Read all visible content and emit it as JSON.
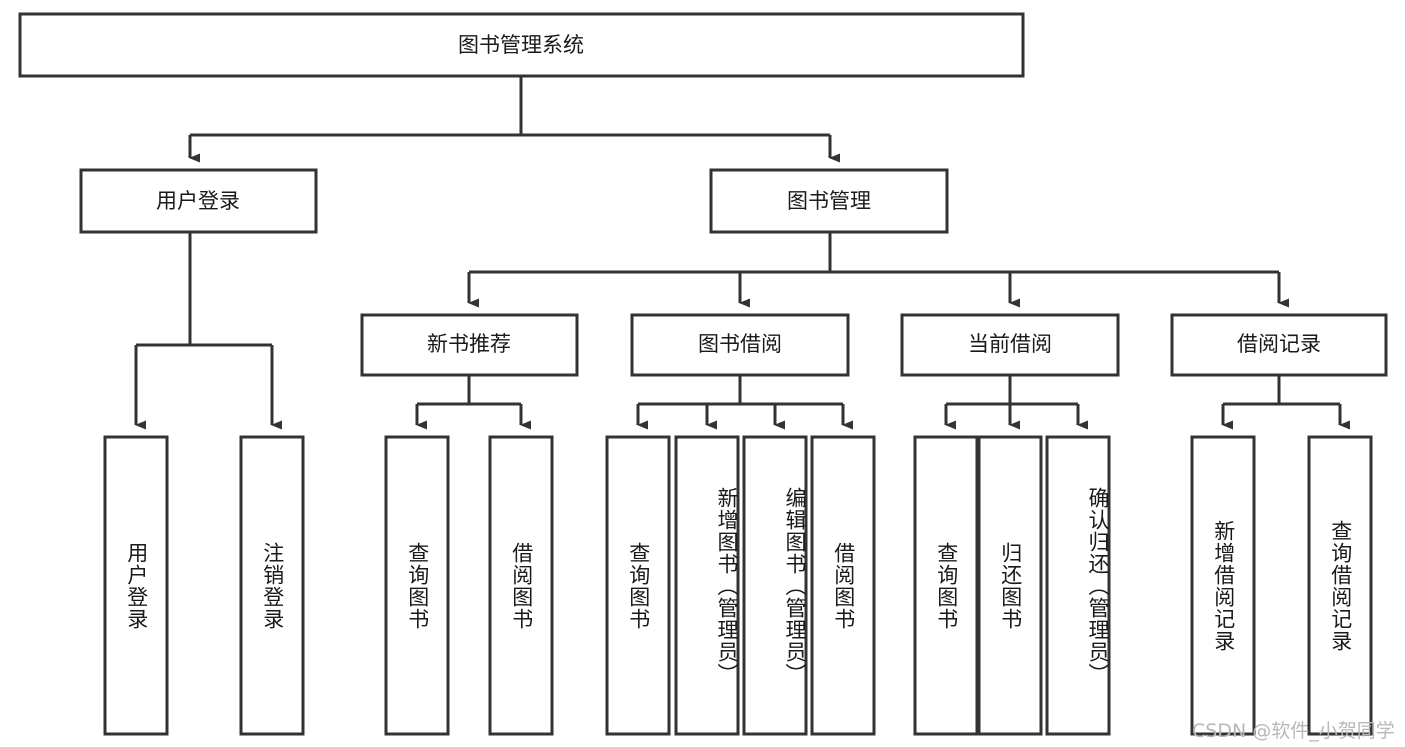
{
  "diagram": {
    "type": "tree-hierarchy",
    "title_node": {
      "label": "图书管理系统"
    },
    "level2": [
      {
        "label": "用户登录"
      },
      {
        "label": "图书管理"
      }
    ],
    "level3": [
      {
        "label": "新书推荐"
      },
      {
        "label": "图书借阅"
      },
      {
        "label": "当前借阅"
      },
      {
        "label": "借阅记录"
      }
    ],
    "leaves": [
      {
        "label": "用户登录"
      },
      {
        "label": "注销登录"
      },
      {
        "label": "查询图书"
      },
      {
        "label": "借阅图书"
      },
      {
        "label": "查询图书"
      },
      {
        "label": "新增图书（管理员）"
      },
      {
        "label": "编辑图书（管理员）"
      },
      {
        "label": "借阅图书"
      },
      {
        "label": "查询图书"
      },
      {
        "label": "归还图书"
      },
      {
        "label": "确认归还（管理员）"
      },
      {
        "label": "新增借阅记录"
      },
      {
        "label": "查询借阅记录"
      }
    ],
    "colors": {
      "stroke": "#333333",
      "fill": "#ffffff",
      "text": "#1a1a1a",
      "watermark": "#b8b8b8"
    }
  },
  "watermark": {
    "text": "CSDN @软件_小贺同学"
  }
}
